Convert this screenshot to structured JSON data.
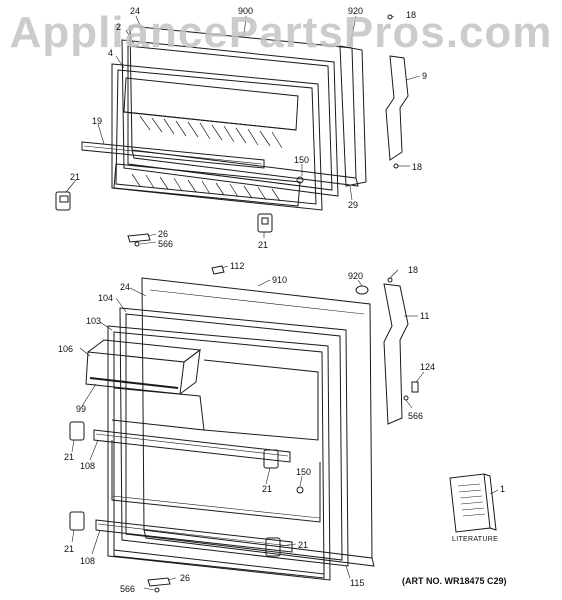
{
  "watermark": "AppliancePartsPros.com",
  "art_number": "(ART NO. WR18475 C29)",
  "literature_label": "LITERATURE",
  "callouts": [
    "24",
    "900",
    "920",
    "18",
    "2",
    "4",
    "9",
    "19",
    "150",
    "18",
    "29",
    "21",
    "21",
    "26",
    "566",
    "112",
    "910",
    "920",
    "18",
    "24",
    "104",
    "11",
    "103",
    "106",
    "124",
    "99",
    "566",
    "21",
    "108",
    "150",
    "21",
    "21",
    "108",
    "21",
    "26",
    "566",
    "115",
    "1"
  ],
  "colors": {
    "line": "#1a1a1a",
    "watermark": "#c4c4c4"
  }
}
